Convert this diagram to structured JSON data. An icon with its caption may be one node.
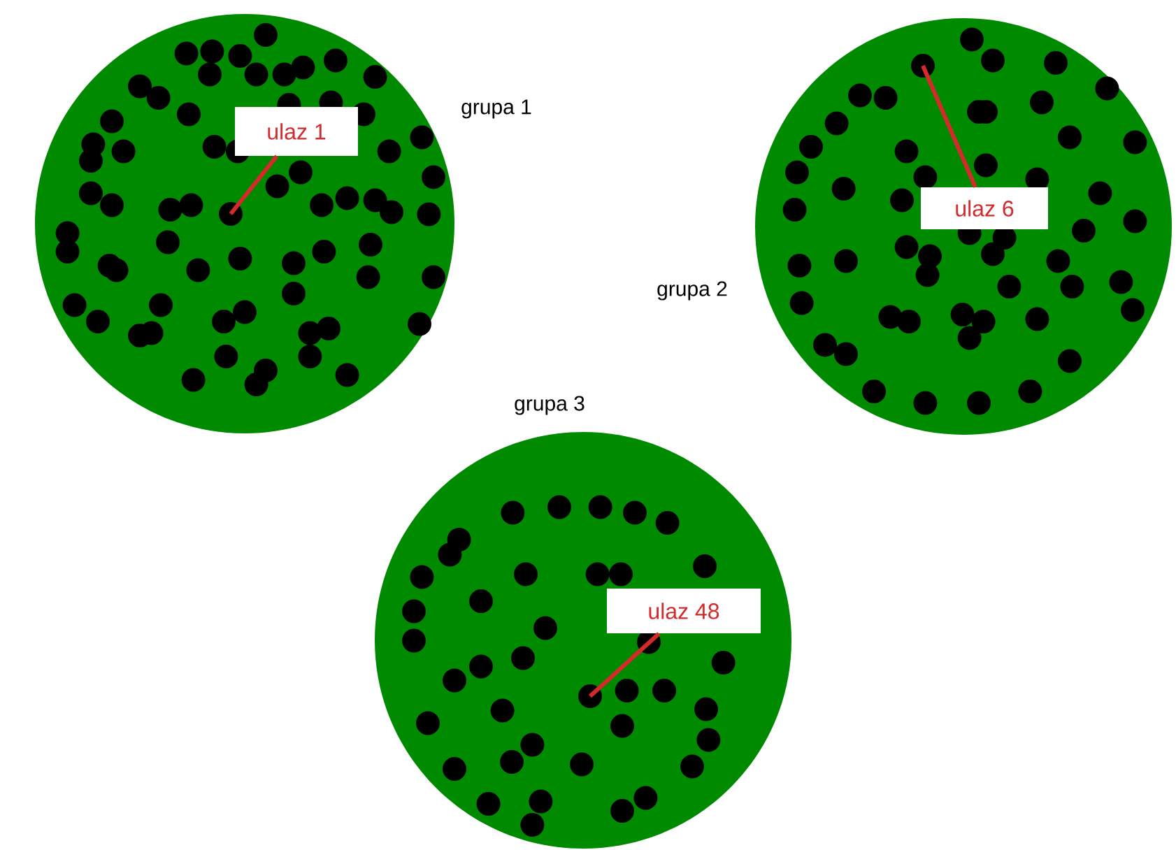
{
  "diagram": {
    "nodes": [
      {
        "text": [
          "grupa 1"
        ]
      },
      {
        "text": [
          "ulaz 1"
        ],
        "in": 0
      },
      {
        "text": [],
        "shape": "circle",
        "in": 0
      },
      {
        "text": [
          "grupa 2"
        ]
      },
      {
        "text": [
          "ulaz 6"
        ],
        "in": 3
      },
      {
        "text": [],
        "shape": "circle",
        "in": 3
      },
      {
        "text": [
          "grupa 3"
        ]
      },
      {
        "text": [
          "ulaz 48"
        ],
        "in": 6
      },
      {
        "text": [],
        "shape": "circle",
        "in": 6
      }
    ],
    "edges": [
      {
        "from": 1,
        "to": 2,
        "arrow": "none"
      },
      {
        "from": 4,
        "to": 5,
        "arrow": "none"
      },
      {
        "from": 7,
        "to": 8,
        "arrow": "none"
      }
    ]
  }
}
